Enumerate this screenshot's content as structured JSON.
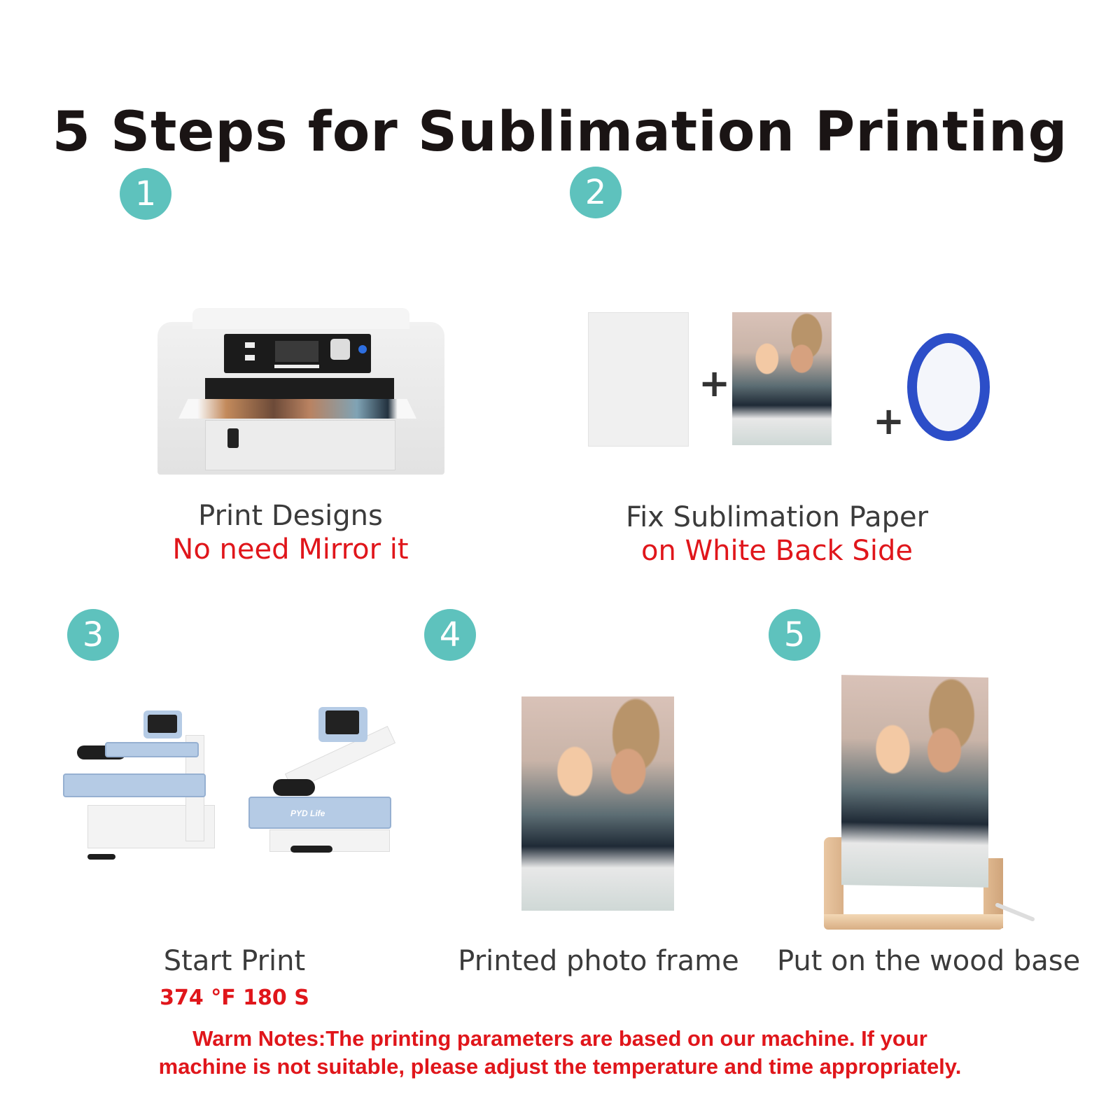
{
  "title": "5 Steps for Sublimation Printing",
  "colors": {
    "badge": "#5ec2bd",
    "heading": "#1a1414",
    "label": "#3b3b3b",
    "accent_red": "#e0161b",
    "tape_blue": "#2c4ec8"
  },
  "steps": [
    {
      "number": "1",
      "label": "Print Designs",
      "sublabel": "No need Mirror it",
      "image": "sublimation-printer"
    },
    {
      "number": "2",
      "label": "Fix Sublimation Paper",
      "sublabel": "on White Back Side",
      "image": "blank-sheet + printed-photo + heat-tape",
      "plus_symbols": [
        "+",
        "+"
      ]
    },
    {
      "number": "3",
      "label": "Start Print",
      "sublabel": "374 °F 180 S",
      "image": "heat-press-machines",
      "brand_text": "PYD Life"
    },
    {
      "number": "4",
      "label": "Printed photo frame",
      "image": "printed-photo-frame"
    },
    {
      "number": "5",
      "label": "Put on the wood base",
      "image": "photo-on-wood-base"
    }
  ],
  "warm_note": {
    "line1": "Warm Notes:The printing parameters are based on our machine. If your",
    "line2": "machine is not suitable, please adjust the temperature and time appropriately."
  }
}
